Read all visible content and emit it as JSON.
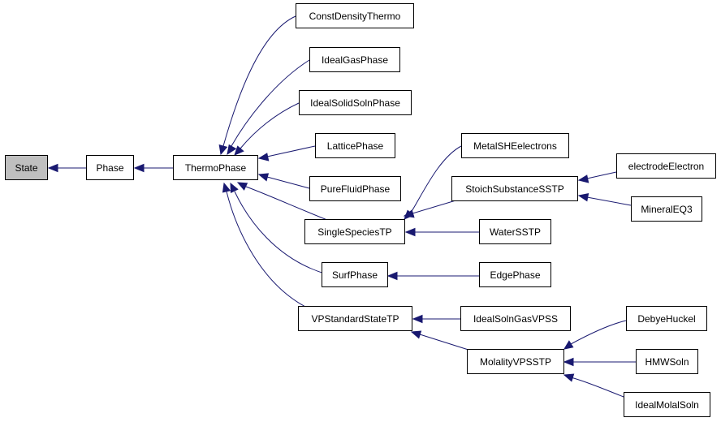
{
  "colors": {
    "edge": "#191970",
    "node_border": "#000000",
    "node_fill": "#ffffff",
    "root_fill": "#bfbfbf"
  },
  "nodes": {
    "state": "State",
    "phase": "Phase",
    "thermo_phase": "ThermoPhase",
    "const_density_thermo": "ConstDensityThermo",
    "ideal_gas_phase": "IdealGasPhase",
    "ideal_solid_soln_phase": "IdealSolidSolnPhase",
    "lattice_phase": "LatticePhase",
    "pure_fluid_phase": "PureFluidPhase",
    "single_species_tp": "SingleSpeciesTP",
    "surf_phase": "SurfPhase",
    "vp_standard_state_tp": "VPStandardStateTP",
    "metal_she_electrons": "MetalSHEelectrons",
    "stoich_substance_sstp": "StoichSubstanceSSTP",
    "water_sstp": "WaterSSTP",
    "edge_phase": "EdgePhase",
    "ideal_soln_gas_vpss": "IdealSolnGasVPSS",
    "molality_vpsstp": "MolalityVPSSTP",
    "electrode_electron": "electrodeElectron",
    "mineral_eq3": "MineralEQ3",
    "debye_huckel": "DebyeHuckel",
    "hmw_soln": "HMWSoln",
    "ideal_molal_soln": "IdealMolalSoln"
  }
}
